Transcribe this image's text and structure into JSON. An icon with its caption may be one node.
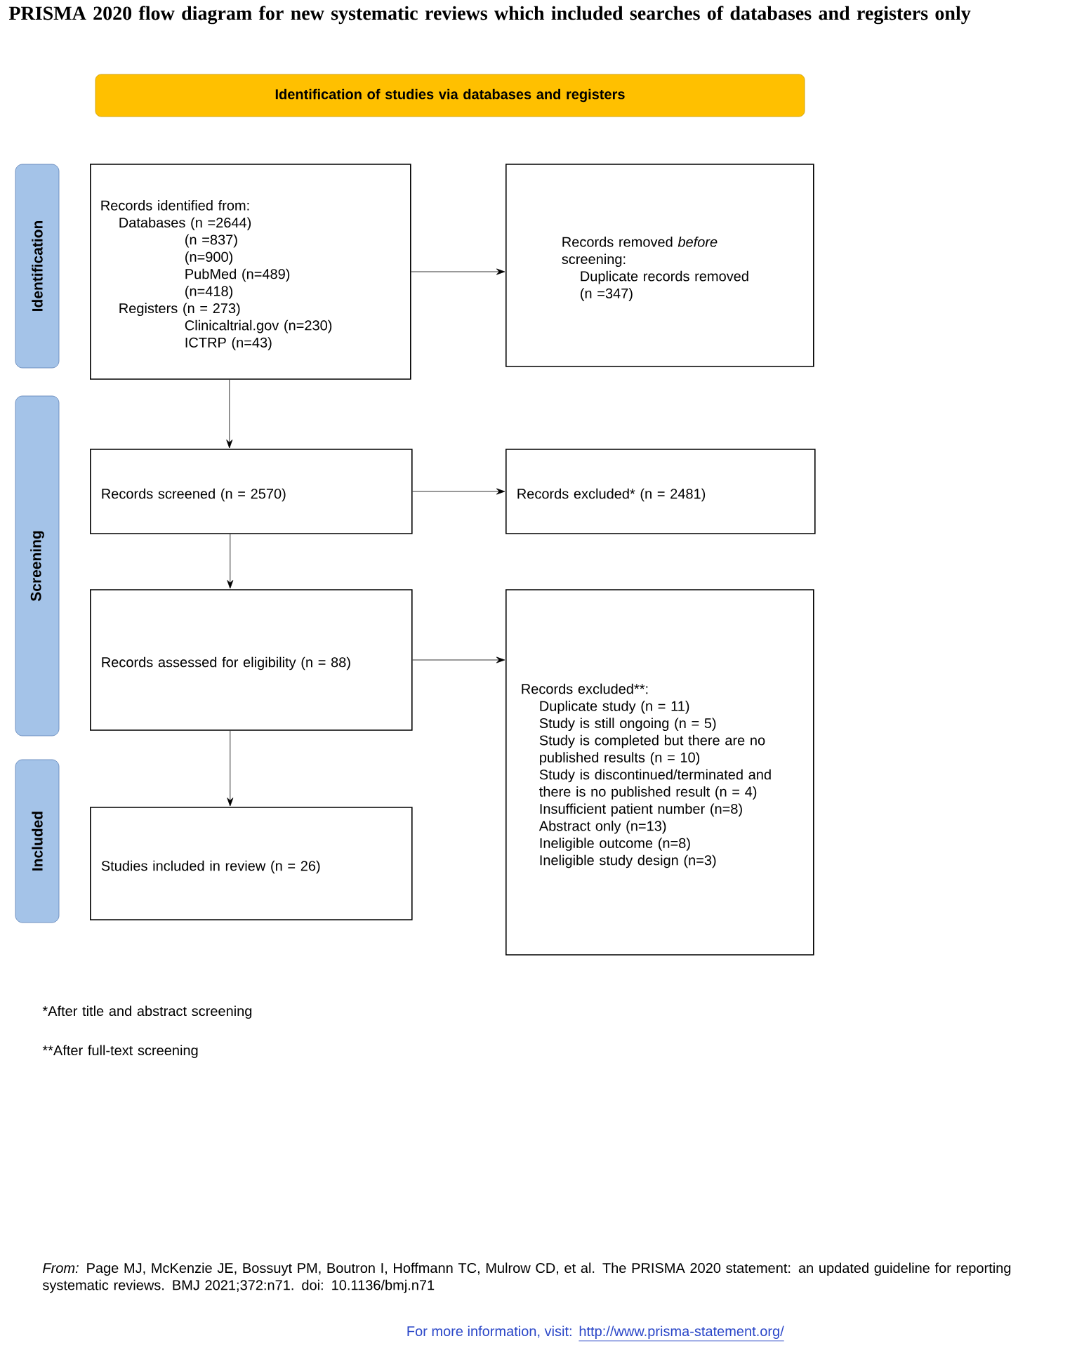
{
  "diagram": {
    "title": "PRISMA 2020 flow diagram for new systematic reviews which included searches of databases and registers only",
    "nodes": [
      {
        "text": [
          "Identification of studies via databases and registers"
        ]
      },
      {
        "text": [
          "Identification"
        ]
      },
      {
        "text": [
          "Screening"
        ]
      },
      {
        "text": [
          "Included"
        ]
      },
      {
        "text": [
          "Records identified from:",
          "Databases (n =2644)",
          "(n =837)",
          "(n=900)",
          "PubMed (n=489)",
          "(n=418)",
          "Registers (n = 273)",
          "Clinicaltrial.gov (n=230)",
          "ICTRP (n=43)"
        ]
      },
      {
        "text": [
          "Records removed *before* screening:",
          "Duplicate records removed (n =347)"
        ]
      },
      {
        "text": [
          "Records screened (n = 2570)"
        ]
      },
      {
        "text": [
          "Records excluded* (n = 2481)"
        ]
      },
      {
        "text": [
          "Records assessed for eligibility (n = 88)"
        ]
      },
      {
        "text": [
          "Records excluded**:",
          "Duplicate study (n = 11)",
          "Study is still ongoing (n = 5)",
          "Study is completed but there are no published results (n = 10)",
          "Study is discontinued/terminated and there is no published result (n = 4)",
          "Insufficient patient number (n=8)",
          "Abstract only (n=13)",
          "Ineligible outcome (n=8)",
          "Ineligible study design (n=3)"
        ]
      },
      {
        "text": [
          "Studies included in review (n = 26)"
        ]
      }
    ],
    "edges": [
      {
        "from": 4,
        "to": 5,
        "arrow": "to"
      },
      {
        "from": 4,
        "to": 6,
        "arrow": "to"
      },
      {
        "from": 6,
        "to": 7,
        "arrow": "to"
      },
      {
        "from": 6,
        "to": 8,
        "arrow": "to"
      },
      {
        "from": 8,
        "to": 9,
        "arrow": "to"
      },
      {
        "from": 8,
        "to": 10,
        "arrow": "to"
      }
    ],
    "labels": [
      "*After title and abstract screening",
      "**After full-text screening",
      "*From:* Page MJ, McKenzie JE, Bossuyt PM, Boutron I, Hoffmann TC, Mulrow CD, et al. The PRISMA 2020 statement: an updated guideline for reporting systematic reviews. BMJ 2021;372:n71. doi: 10.1136/bmj.n71",
      "For more information, visit:",
      "http://www.prisma-statement.org/"
    ]
  }
}
